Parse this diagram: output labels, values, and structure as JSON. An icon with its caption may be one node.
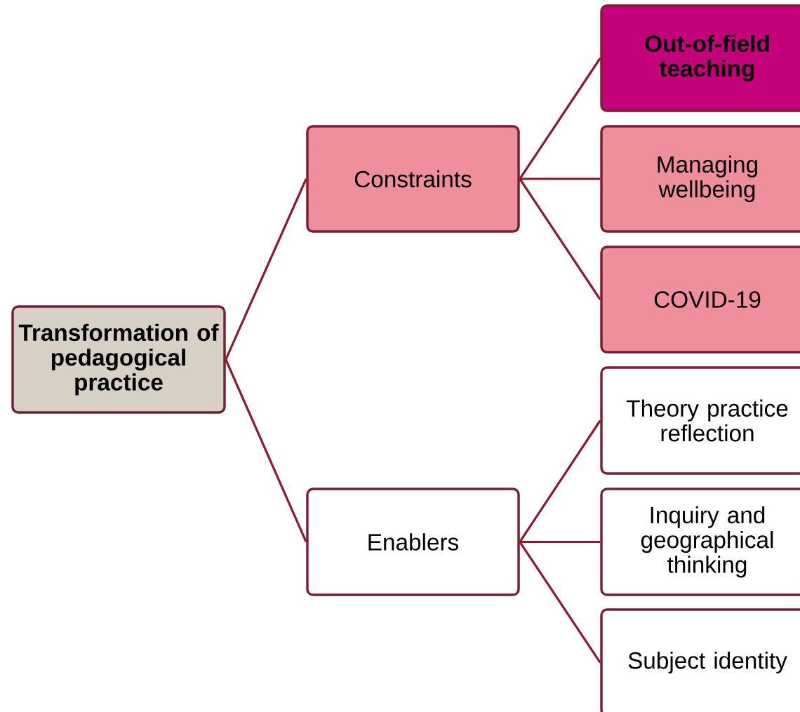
{
  "diagram": {
    "nodes": [
      {
        "text": [
          "Transformation of pedagogical practice"
        ]
      },
      {
        "text": [
          "Constraints"
        ]
      },
      {
        "text": [
          "Enablers"
        ]
      },
      {
        "text": [
          "Out-of-field teaching"
        ]
      },
      {
        "text": [
          "Managing wellbeing"
        ]
      },
      {
        "text": [
          "COVID-19"
        ]
      },
      {
        "text": [
          "Theory practice reflection"
        ]
      },
      {
        "text": [
          "Inquiry and geographical thinking"
        ]
      },
      {
        "text": [
          "Subject identity"
        ]
      }
    ],
    "edges": [
      {
        "from": 0,
        "to": 1,
        "arrow": "none"
      },
      {
        "from": 0,
        "to": 2,
        "arrow": "none"
      },
      {
        "from": 1,
        "to": 3,
        "arrow": "none"
      },
      {
        "from": 1,
        "to": 4,
        "arrow": "none"
      },
      {
        "from": 1,
        "to": 5,
        "arrow": "none"
      },
      {
        "from": 2,
        "to": 6,
        "arrow": "none"
      },
      {
        "from": 2,
        "to": 7,
        "arrow": "none"
      },
      {
        "from": 2,
        "to": 8,
        "arrow": "none"
      }
    ]
  }
}
